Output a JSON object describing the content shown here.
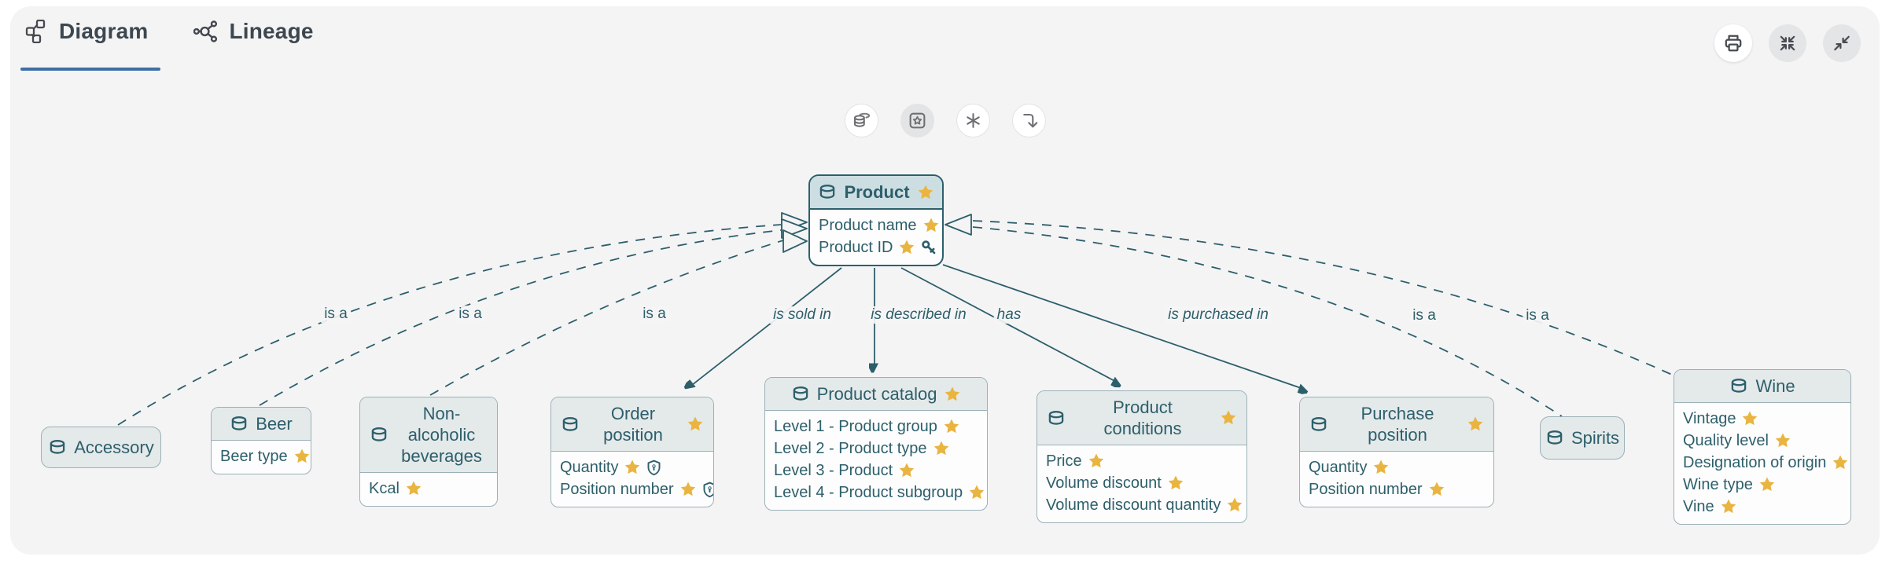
{
  "tabs": [
    {
      "label": "Diagram",
      "icon": "diagram-icon",
      "active": true
    },
    {
      "label": "Lineage",
      "icon": "lineage-icon",
      "active": false
    }
  ],
  "window_actions": [
    {
      "icon": "printer-icon"
    },
    {
      "icon": "collapse-all-icon"
    },
    {
      "icon": "exit-fullscreen-icon"
    }
  ],
  "canvas_toolbar": [
    {
      "icon": "database-stack-icon",
      "active": false
    },
    {
      "icon": "star-square-icon",
      "active": true
    },
    {
      "icon": "asterisk-icon",
      "active": false
    },
    {
      "icon": "arrow-turn-down-icon",
      "active": false
    }
  ],
  "entities": {
    "product": {
      "title": "Product",
      "starred": true,
      "attributes": [
        {
          "name": "Product name",
          "starred": true
        },
        {
          "name": "Product ID",
          "starred": true,
          "key": true
        }
      ]
    },
    "accessory": {
      "title": "Accessory"
    },
    "beer": {
      "title": "Beer",
      "attributes": [
        {
          "name": "Beer type",
          "starred": true
        }
      ]
    },
    "non_alcoholic": {
      "title": "Non-alcoholic beverages",
      "attributes": [
        {
          "name": "Kcal",
          "starred": true
        }
      ]
    },
    "order_position": {
      "title": "Order position",
      "starred": true,
      "attributes": [
        {
          "name": "Quantity",
          "starred": true,
          "shield": true
        },
        {
          "name": "Position number",
          "starred": true,
          "shield": true
        }
      ]
    },
    "product_catalog": {
      "title": "Product catalog",
      "starred": true,
      "attributes": [
        {
          "name": "Level 1 - Product group",
          "starred": true
        },
        {
          "name": "Level 2 - Product type",
          "starred": true
        },
        {
          "name": "Level 3 - Product",
          "starred": true
        },
        {
          "name": "Level 4 - Product subgroup",
          "starred": true
        }
      ]
    },
    "product_conditions": {
      "title": "Product conditions",
      "starred": true,
      "attributes": [
        {
          "name": "Price",
          "starred": true
        },
        {
          "name": "Volume discount",
          "starred": true
        },
        {
          "name": "Volume discount quantity",
          "starred": true
        }
      ]
    },
    "purchase_position": {
      "title": "Purchase position",
      "starred": true,
      "attributes": [
        {
          "name": "Quantity",
          "starred": true
        },
        {
          "name": "Position number",
          "starred": true
        }
      ]
    },
    "spirits": {
      "title": "Spirits"
    },
    "wine": {
      "title": "Wine",
      "attributes": [
        {
          "name": "Vintage",
          "starred": true
        },
        {
          "name": "Quality level",
          "starred": true
        },
        {
          "name": "Designation of origin",
          "starred": true
        },
        {
          "name": "Wine type",
          "starred": true
        },
        {
          "name": "Vine",
          "starred": true
        }
      ]
    }
  },
  "edges": [
    {
      "from": "Accessory",
      "to": "Product",
      "label": "is a",
      "style": "dashed"
    },
    {
      "from": "Beer",
      "to": "Product",
      "label": "is a",
      "style": "dashed"
    },
    {
      "from": "Non-alcoholic beverages",
      "to": "Product",
      "label": "is a",
      "style": "dashed"
    },
    {
      "from": "Product",
      "to": "Order position",
      "label": "is sold in",
      "style": "solid"
    },
    {
      "from": "Product",
      "to": "Product catalog",
      "label": "is described in",
      "style": "solid"
    },
    {
      "from": "Product",
      "to": "Product conditions",
      "label": "has",
      "style": "solid"
    },
    {
      "from": "Product",
      "to": "Purchase position",
      "label": "is purchased in",
      "style": "solid"
    },
    {
      "from": "Spirits",
      "to": "Product",
      "label": "is a",
      "style": "dashed"
    },
    {
      "from": "Wine",
      "to": "Product",
      "label": "is a",
      "style": "dashed"
    }
  ],
  "colors": {
    "panel_bg": "#f4f4f5",
    "teal": "#2d5f6b",
    "star_gold": "#e9b440",
    "tab_underline": "#3d6fa3",
    "selected_header_bg": "#cddee3",
    "header_bg": "#e4e9ea"
  }
}
